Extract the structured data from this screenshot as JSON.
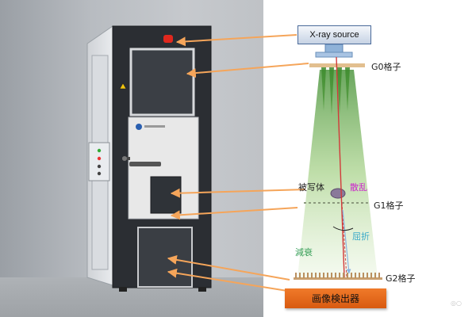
{
  "diagram": {
    "source_label": "X-ray source",
    "g0_label": "G0格子",
    "object_label": "被写体",
    "scatter_label": "散乱",
    "g1_label": "G1格子",
    "refraction_label": "屈折",
    "attenuation_label": "減衰",
    "g2_label": "G2格子",
    "detector_label": "画像検出器",
    "watermark": "◎○"
  },
  "colors": {
    "arrow": "#f5a55a",
    "beam": "#8fbf6a",
    "ray_line": "#d23a3a",
    "scatter_text": "#cc22cc",
    "refraction_text": "#39a9c9",
    "attenuation_text": "#3aa05a",
    "detector": "#e8671a",
    "cabinet": "#2b2e33",
    "panel": "#e6e6e6"
  }
}
